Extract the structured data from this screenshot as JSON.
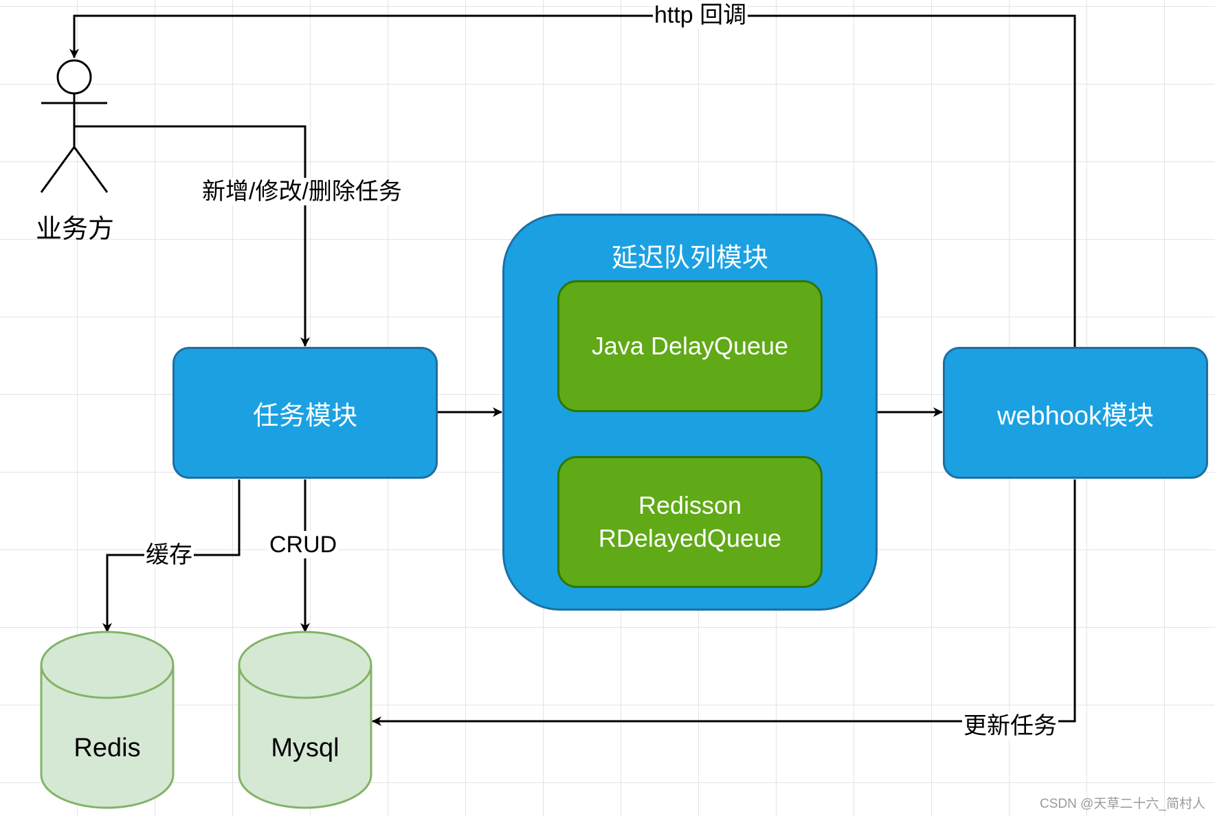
{
  "actor": {
    "label": "业务方"
  },
  "nodes": {
    "task_module": "任务模块",
    "delay_queue_module": {
      "title": "延迟队列模块",
      "impl_java": "Java DelayQueue",
      "impl_redisson_line1": "Redisson",
      "impl_redisson_line2": "RDelayedQueue"
    },
    "webhook_module": "webhook模块",
    "redis": "Redis",
    "mysql": "Mysql"
  },
  "edges": {
    "http_callback": "http 回调",
    "crud_task": "新增/修改/删除任务",
    "cache": "缓存",
    "crud": "CRUD",
    "update_task": "更新任务"
  },
  "watermark": "CSDN @天草二十六_简村人",
  "colors": {
    "module_fill": "#1ba1e2",
    "module_stroke": "#1d6fa3",
    "queue_fill": "#60a917",
    "queue_stroke": "#2d7600",
    "db_fill": "#d5e8d4",
    "db_stroke": "#82b366"
  }
}
